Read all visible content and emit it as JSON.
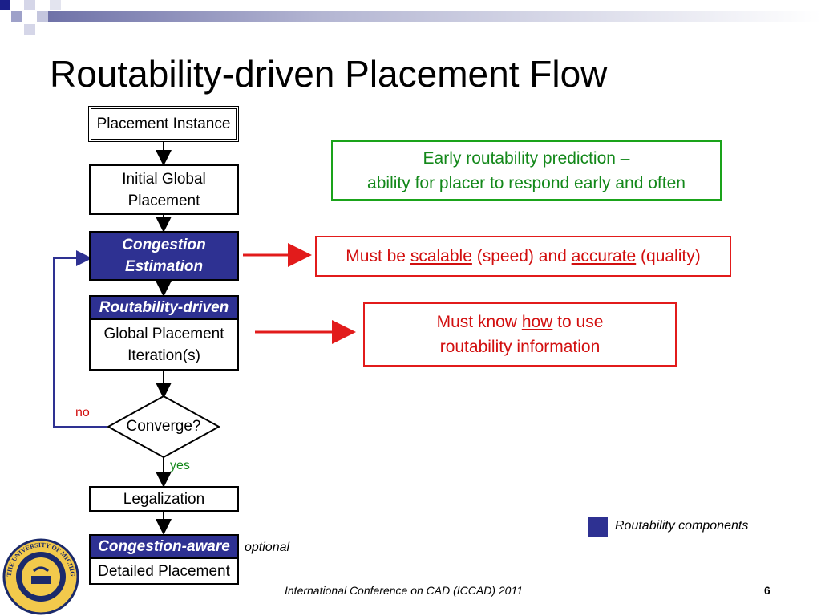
{
  "slide": {
    "title": "Routability-driven Placement Flow",
    "footer": "International Conference on CAD (ICCAD) 2011",
    "page_number": "6"
  },
  "colors": {
    "accent_blue": "#2e3192",
    "green": "#13881a",
    "red": "#d20f0f",
    "loop_line": "#2e3192"
  },
  "flow": {
    "placement_instance": "Placement Instance",
    "initial_global": [
      "Initial Global",
      "Placement"
    ],
    "congestion_estimation": [
      "Congestion",
      "Estimation"
    ],
    "routability_driven": "Routability-driven",
    "global_iteration": [
      "Global Placement",
      "Iteration(s)"
    ],
    "converge": "Converge?",
    "no_label": "no",
    "yes_label": "yes",
    "legalization": "Legalization",
    "congestion_aware": "Congestion-aware",
    "detailed_placement": "Detailed Placement",
    "optional": "optional"
  },
  "callouts": {
    "green": {
      "line1": "Early routability prediction –",
      "line2": "ability for placer to respond early and often"
    },
    "red1": {
      "pre": "Must be ",
      "u1": "scalable",
      "mid": " (speed) and ",
      "u2": "accurate",
      "post": " (quality)"
    },
    "red2": {
      "pre": "Must know ",
      "u": "how",
      "post": " to use",
      "line2": "routability information"
    }
  },
  "legend": {
    "label": "Routability components",
    "swatch_color": "#2e3192"
  },
  "logo": {
    "text": "THE UNIVERSITY OF MICHIGAN 1817"
  }
}
